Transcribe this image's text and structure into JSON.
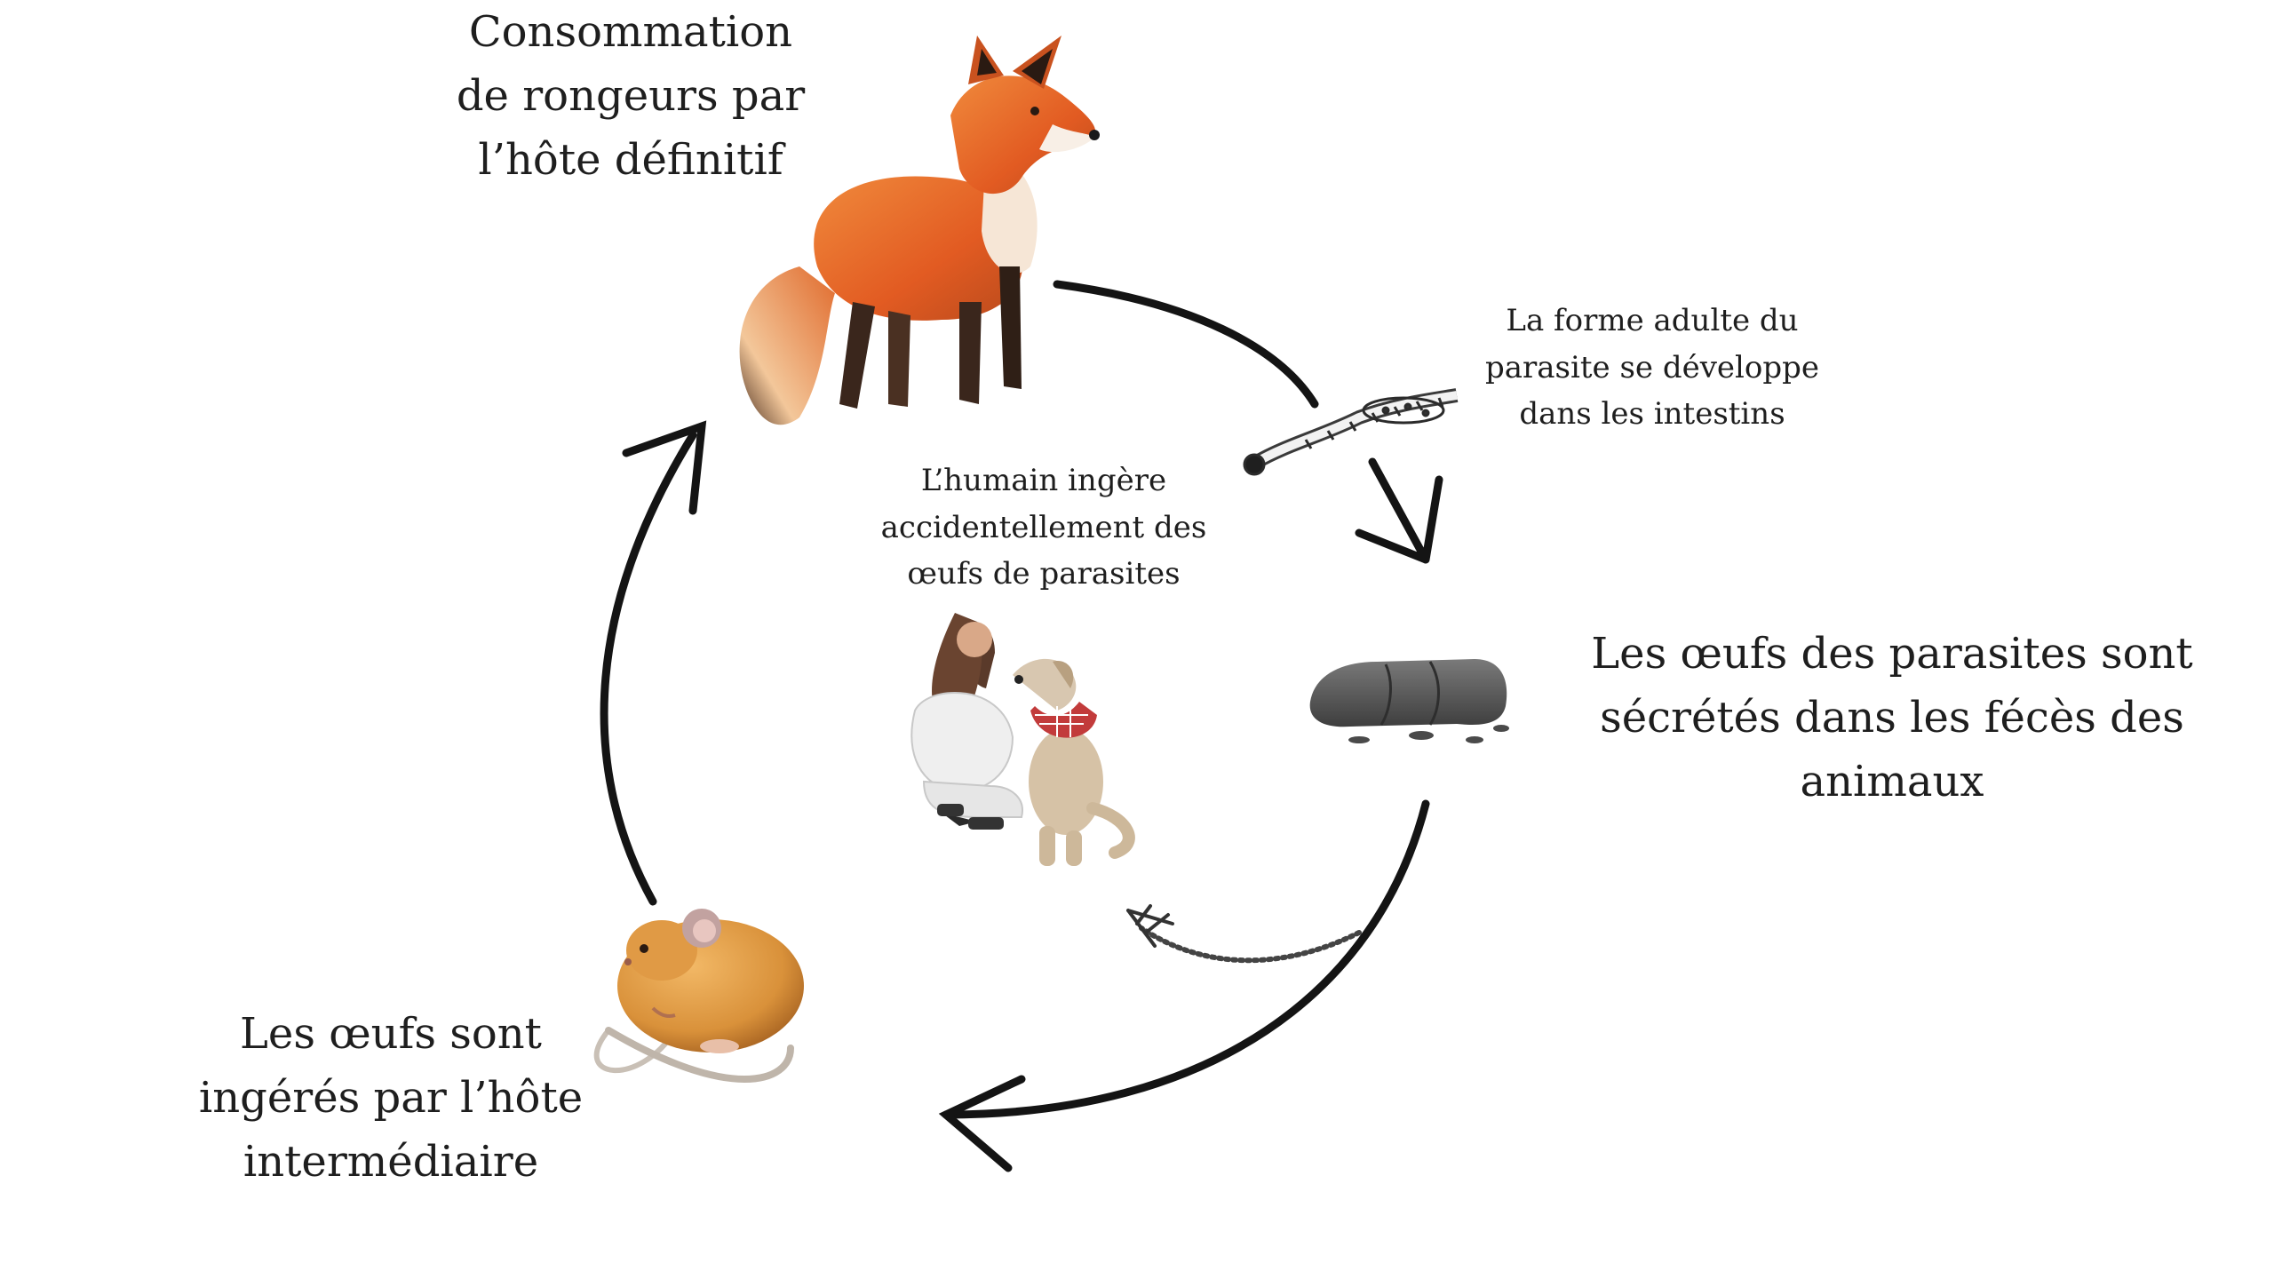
{
  "labels": {
    "fox": [
      "Consommation",
      "de rongeurs par",
      "l’hôte définitif"
    ],
    "adult": [
      "La forme adulte du",
      "parasite se développe",
      "dans les intestins"
    ],
    "eggs": [
      "Les œufs des parasites sont",
      "sécrétés dans les fécès des",
      "animaux"
    ],
    "mouse": [
      "Les œufs sont",
      "ingérés par l’hôte",
      "intermédiaire"
    ],
    "human": [
      "L’humain ingère",
      "accidentellement des",
      "œufs de parasites"
    ]
  },
  "icons": {
    "fox": "fox-illustration",
    "worm": "tapeworm-illustration",
    "feces": "feces-illustration",
    "mouse": "mouse-illustration",
    "human": "human-with-dog-illustration"
  },
  "colors": {
    "arrow": "#141414",
    "fox": "#e2652a",
    "mouse": "#d9913a",
    "feces": "#5a5a5a"
  }
}
